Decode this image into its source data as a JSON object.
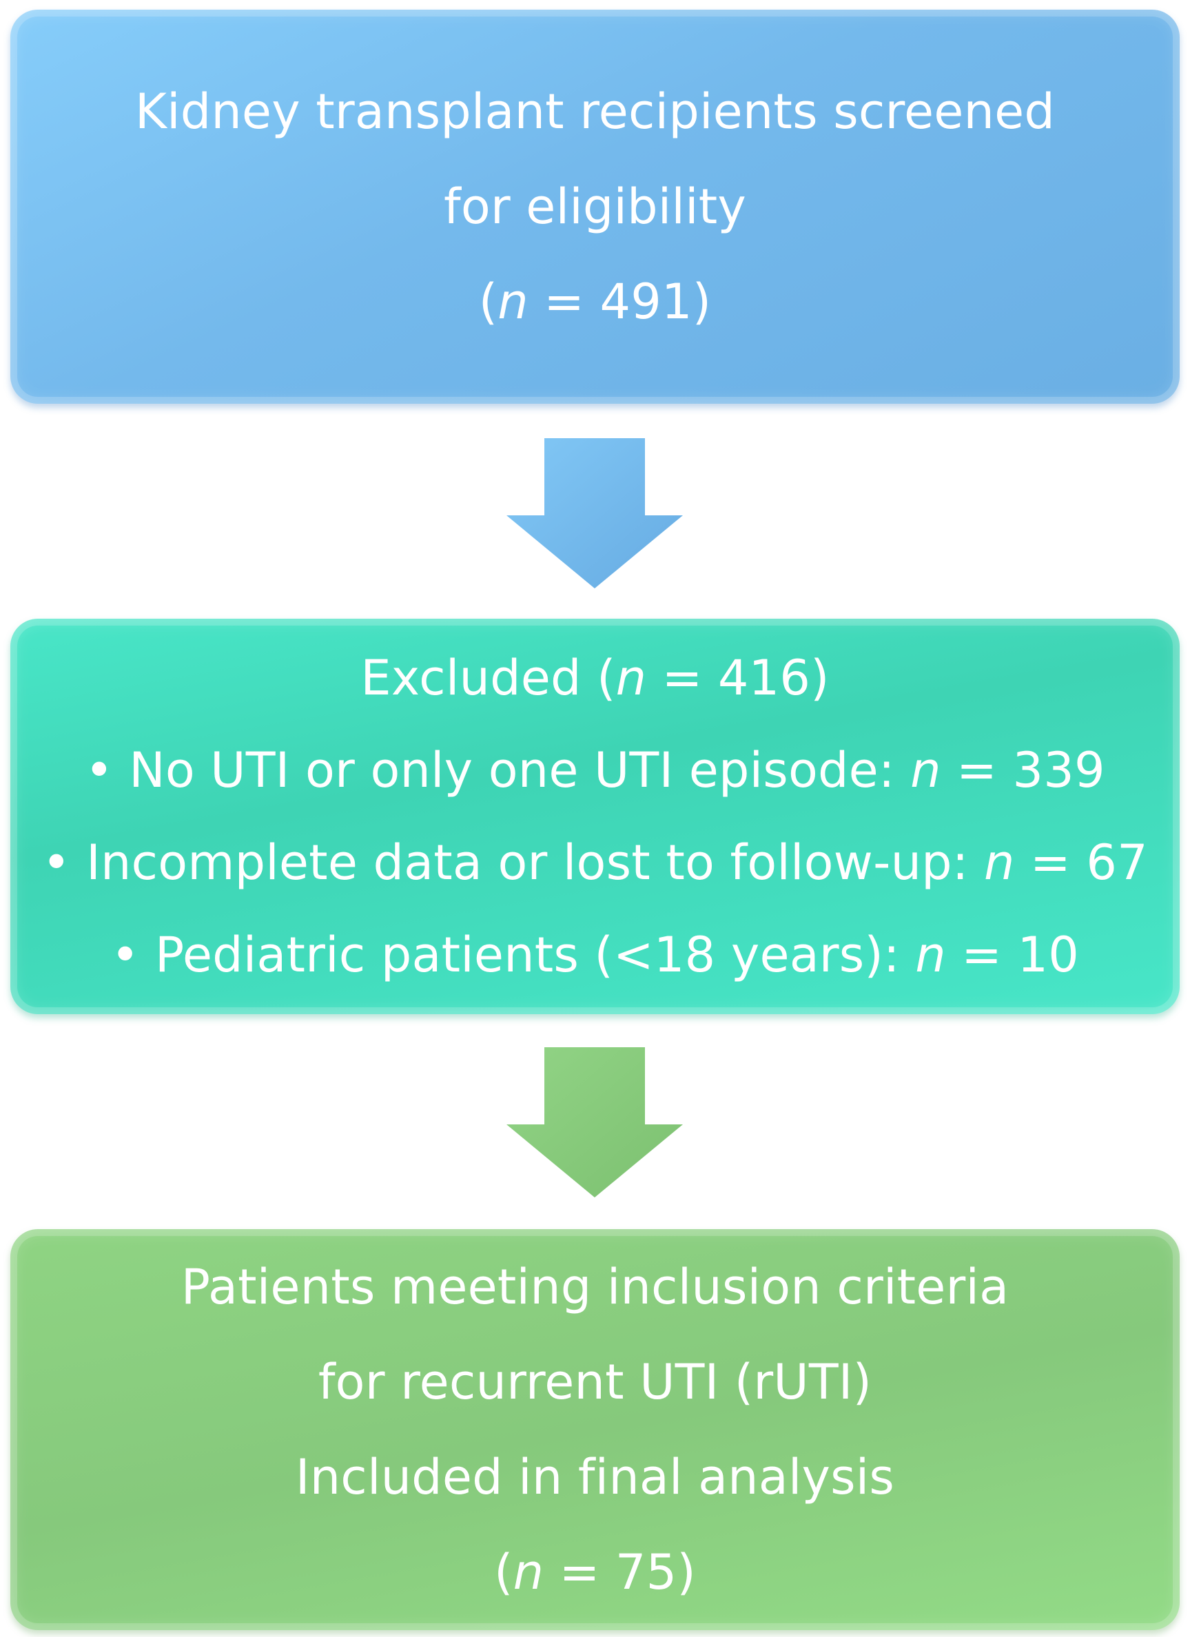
{
  "screening": {
    "line1": "Kidney transplant recipients screened",
    "line2": "for eligibility",
    "n_open": "(",
    "n_var": "n",
    "n_value": " = 491)"
  },
  "excluded": {
    "title_prefix": "Excluded (",
    "title_var": "n",
    "title_value": " = 416)",
    "items": [
      {
        "text": "No UTI or only one UTI episode: ",
        "var": "n",
        "value": " = 339"
      },
      {
        "text": "Incomplete data or lost to follow-up: ",
        "var": "n",
        "value": " = 67"
      },
      {
        "text": "Pediatric patients (<18 years): ",
        "var": "n",
        "value": " = 10"
      }
    ],
    "bullet": "•"
  },
  "included": {
    "line1": "Patients meeting inclusion criteria",
    "line2": "for recurrent UTI (rUTI)",
    "line3": "Included in final analysis",
    "n_open": "(",
    "n_var": "n",
    "n_value": " = 75)"
  },
  "colors": {
    "screening_box": "#74b9ec",
    "excluded_box": "#3ed4b4",
    "included_box": "#86c97c",
    "arrow_1": "#72b7ec",
    "arrow_2": "#86c97c",
    "text": "#ffffff"
  }
}
